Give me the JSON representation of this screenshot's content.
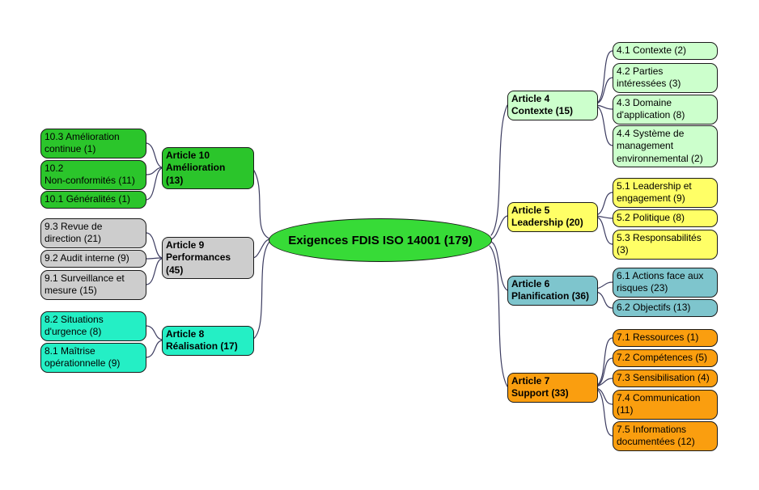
{
  "mindmap": {
    "line_color": "#3c3c60",
    "root": {
      "label": "Exigences FDIS ISO 14001 (179)",
      "color": "#37db37"
    },
    "branches": [
      {
        "id": "article-4",
        "color": "#ccffcc",
        "node": {
          "label": "Article 4\nContexte (15)"
        },
        "children": [
          {
            "label": "4.1 Contexte (2)"
          },
          {
            "label": "4.2 Parties\nintéressées (3)"
          },
          {
            "label": "4.3 Domaine\nd'application (8)"
          },
          {
            "label": "4.4 Système de\nmanagement\nenvironnemental (2)"
          }
        ]
      },
      {
        "id": "article-5",
        "color": "#ffff66",
        "node": {
          "label": "Article 5\nLeadership (20)"
        },
        "children": [
          {
            "label": "5.1 Leadership et\nengagement (9)"
          },
          {
            "label": "5.2 Politique (8)"
          },
          {
            "label": "5.3 Responsabilités\n(3)"
          }
        ]
      },
      {
        "id": "article-6",
        "color": "#7ec5cd",
        "node": {
          "label": "Article 6\nPlanification (36)"
        },
        "children": [
          {
            "label": "6.1 Actions face aux\nrisques (23)"
          },
          {
            "label": "6.2 Objectifs (13)"
          }
        ]
      },
      {
        "id": "article-7",
        "color": "#fa9e0f",
        "node": {
          "label": "Article 7\nSupport (33)"
        },
        "children": [
          {
            "label": "7.1 Ressources (1)"
          },
          {
            "label": "7.2 Compétences (5)"
          },
          {
            "label": "7.3 Sensibilisation (4)"
          },
          {
            "label": "7.4 Communication\n(11)"
          },
          {
            "label": "7.5 Informations\ndocumentées (12)"
          }
        ]
      },
      {
        "id": "article-10",
        "color": "#2bc52b",
        "node": {
          "label": "Article 10\nAmélioration\n(13)"
        },
        "children": [
          {
            "label": "10.3 Amélioration\ncontinue (1)"
          },
          {
            "label": "10.2\nNon-conformités (11)"
          },
          {
            "label": "10.1 Généralités (1)"
          }
        ]
      },
      {
        "id": "article-9",
        "color": "#cdcdcd",
        "node": {
          "label": "Article 9\nPerformances\n(45)"
        },
        "children": [
          {
            "label": "9.3 Revue de\ndirection (21)"
          },
          {
            "label": "9.2 Audit interne (9)"
          },
          {
            "label": "9.1 Surveillance et\nmesure (15)"
          }
        ]
      },
      {
        "id": "article-8",
        "color": "#24efc5",
        "node": {
          "label": "Article 8\nRéalisation (17)"
        },
        "children": [
          {
            "label": "8.2 Situations\nd'urgence (8)"
          },
          {
            "label": "8.1 Maîtrise\nopérationnelle (9)"
          }
        ]
      }
    ]
  }
}
